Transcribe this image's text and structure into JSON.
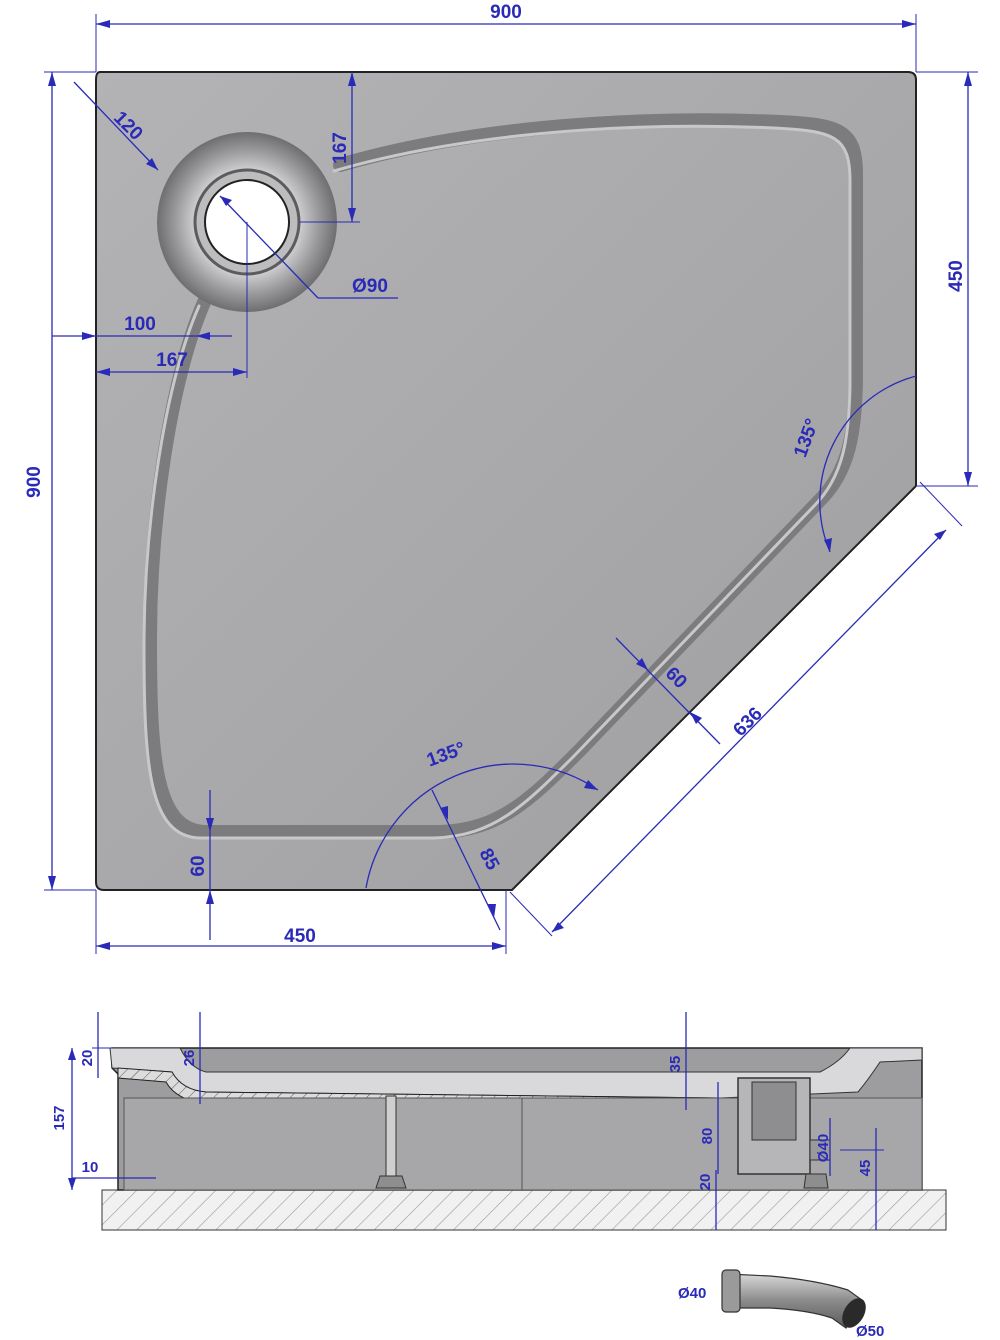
{
  "top_view": {
    "overall_width": "900",
    "overall_depth": "900",
    "right_side": "450",
    "bottom_side": "450",
    "diagonal": "636",
    "corner_offset": "120",
    "drain_y": "167",
    "drain_x": "167",
    "drain_edge": "100",
    "drain_diameter": "Ø90",
    "angle_right": "135°",
    "angle_bottom": "135°",
    "rim_front": "60",
    "rim_diag": "60",
    "rim_corner": "85"
  },
  "section_view": {
    "rim_height": "20",
    "total_height": "157",
    "foot_gap": "10",
    "rim_step": "26",
    "tray_depth": "35",
    "siphon_height": "80",
    "outlet_diameter": "Ø40",
    "floor_gap": "20",
    "outlet_height": "45"
  },
  "fitting": {
    "inlet_diameter": "Ø40",
    "outlet_diameter": "Ø50"
  },
  "colors": {
    "dimension": "#2a2ab8",
    "tray_fill": "#a9a9ab",
    "outline": "#222222"
  }
}
